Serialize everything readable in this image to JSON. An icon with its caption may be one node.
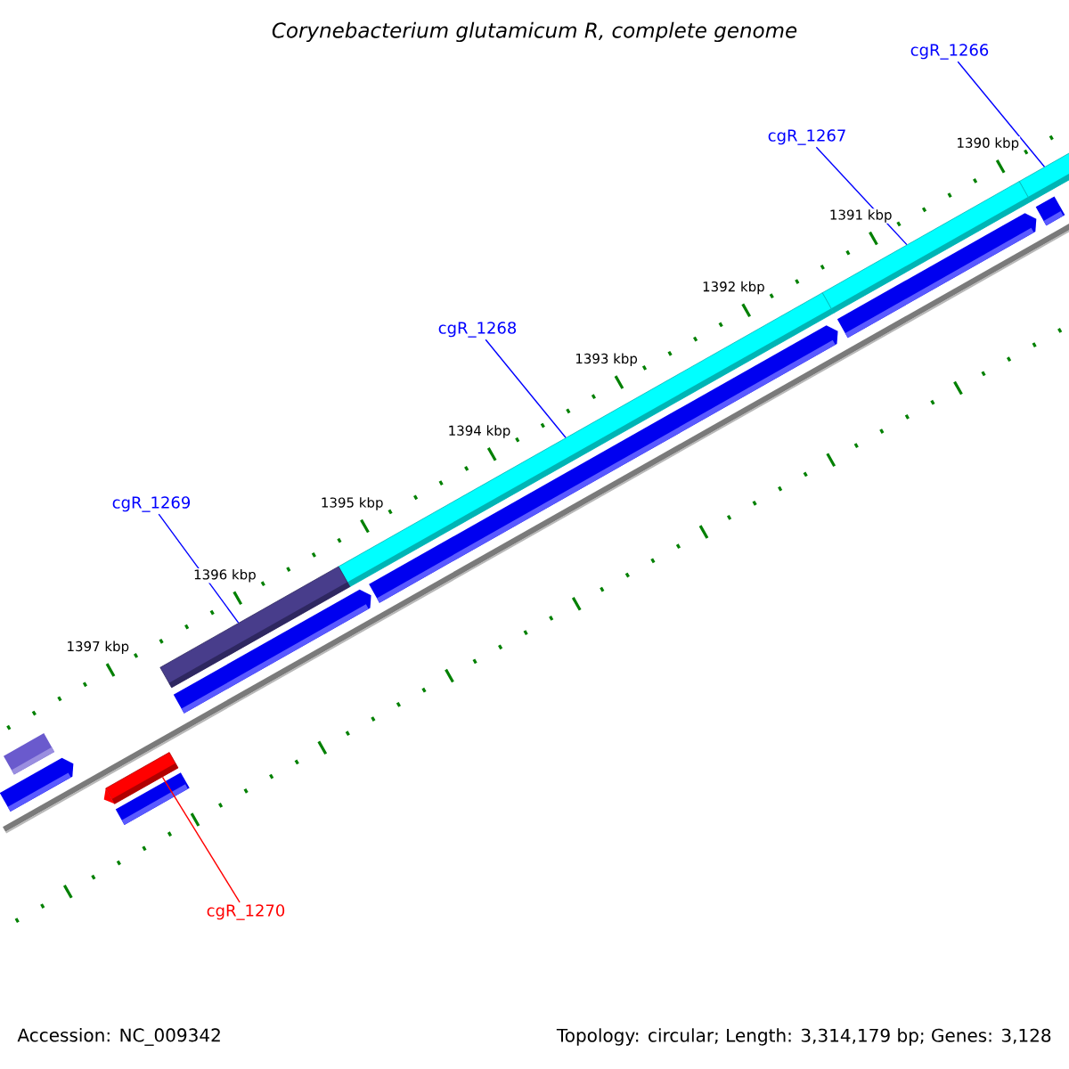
{
  "diagram": {
    "title": "Corynebacterium glutamicum R, complete genome",
    "nodes": [
      {
        "text": [
          "cgR_1266"
        ]
      },
      {
        "text": [],
        "shape": "bar"
      },
      {
        "text": [
          "cgR_1267"
        ]
      },
      {
        "text": [],
        "shape": "bar"
      },
      {
        "text": [
          "cgR_1268"
        ]
      },
      {
        "text": [],
        "shape": "bar"
      },
      {
        "text": [
          "cgR_1269"
        ]
      },
      {
        "text": [],
        "shape": "bar"
      },
      {
        "text": [
          "cgR_1270"
        ]
      },
      {
        "text": [],
        "shape": "bar"
      }
    ],
    "edges": [
      {
        "from": 0,
        "to": 1,
        "arrow": "none"
      },
      {
        "from": 2,
        "to": 3,
        "arrow": "none"
      },
      {
        "from": 4,
        "to": 5,
        "arrow": "none"
      },
      {
        "from": 6,
        "to": 7,
        "arrow": "none"
      },
      {
        "from": 8,
        "to": 9,
        "arrow": "none",
        "color": "#ff0000"
      }
    ],
    "labels": [
      "1390 kbp",
      "1391 kbp",
      "1392 kbp",
      "1393 kbp",
      "1394 kbp",
      "1395 kbp",
      "1396 kbp",
      "1397 kbp",
      "Accession: NC_009342",
      "Topology: circular; Length: 3,314,179 bp; Genes: 3,128"
    ]
  }
}
